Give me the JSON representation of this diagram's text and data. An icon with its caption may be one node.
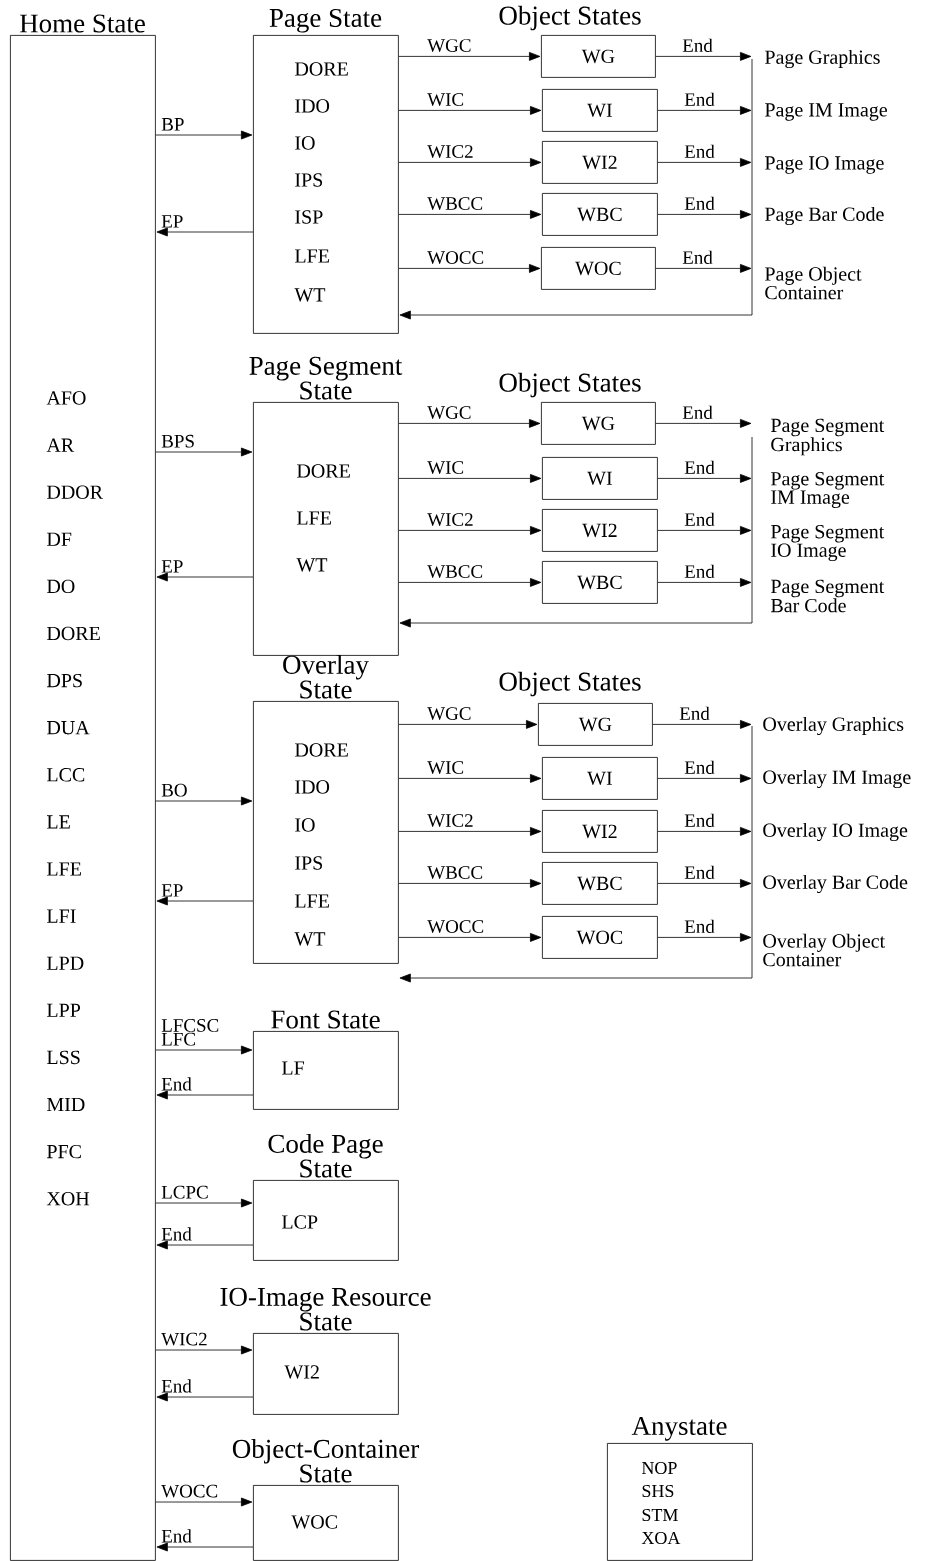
{
  "diagram": {
    "nodes": [
      {
        "text": [
          "Home State",
          "AFO",
          "AR",
          "DDOR",
          "DF",
          "DO",
          "DORE",
          "DPS",
          "DUA",
          "LCC",
          "LE",
          "LFE",
          "LFI",
          "LPD",
          "LPP",
          "LSS",
          "MID",
          "PFC",
          "XOH"
        ]
      },
      {
        "text": [
          "Page State",
          "DORE",
          "IDO",
          "IO",
          "IPS",
          "ISP",
          "LFE",
          "WT"
        ]
      },
      {
        "text": [
          "WG"
        ]
      },
      {
        "text": [
          "WI"
        ]
      },
      {
        "text": [
          "WI2"
        ]
      },
      {
        "text": [
          "WBC"
        ]
      },
      {
        "text": [
          "WOC"
        ]
      },
      {
        "text": [
          "Page Graphics"
        ]
      },
      {
        "text": [
          "Page IM Image"
        ]
      },
      {
        "text": [
          "Page IO Image"
        ]
      },
      {
        "text": [
          "Page Bar Code"
        ]
      },
      {
        "text": [
          "Page Object Container"
        ]
      },
      {
        "text": [
          "Page Segment State",
          "DORE",
          "LFE",
          "WT"
        ]
      },
      {
        "text": [
          "WG"
        ]
      },
      {
        "text": [
          "WI"
        ]
      },
      {
        "text": [
          "WI2"
        ]
      },
      {
        "text": [
          "WBC"
        ]
      },
      {
        "text": [
          "Page Segment Graphics"
        ]
      },
      {
        "text": [
          "Page Segment IM Image"
        ]
      },
      {
        "text": [
          "Page Segment IO Image"
        ]
      },
      {
        "text": [
          "Page Segment Bar Code"
        ]
      },
      {
        "text": [
          "Overlay State",
          "DORE",
          "IDO",
          "IO",
          "IPS",
          "LFE",
          "WT"
        ]
      },
      {
        "text": [
          "WG"
        ]
      },
      {
        "text": [
          "WI"
        ]
      },
      {
        "text": [
          "WI2"
        ]
      },
      {
        "text": [
          "WBC"
        ]
      },
      {
        "text": [
          "WOC"
        ]
      },
      {
        "text": [
          "Overlay Graphics"
        ]
      },
      {
        "text": [
          "Overlay IM Image"
        ]
      },
      {
        "text": [
          "Overlay IO Image"
        ]
      },
      {
        "text": [
          "Overlay Bar Code"
        ]
      },
      {
        "text": [
          "Overlay Object Container"
        ]
      },
      {
        "text": [
          "Font State",
          "LF"
        ]
      },
      {
        "text": [
          "Code Page State",
          "LCP"
        ]
      },
      {
        "text": [
          "IO-Image Resource State",
          "WI2"
        ]
      },
      {
        "text": [
          "Object-Container State",
          "WOC"
        ]
      },
      {
        "text": [
          "Anystate",
          "NOP",
          "SHS",
          "STM",
          "XOA"
        ]
      }
    ],
    "edges": [
      {
        "from": 0,
        "to": 1,
        "label": "BP",
        "arrow": "to"
      },
      {
        "from": 1,
        "to": 0,
        "label": "EP",
        "arrow": "to"
      },
      {
        "from": 1,
        "to": 2,
        "label": "WGC",
        "arrow": "to"
      },
      {
        "from": 1,
        "to": 3,
        "label": "WIC",
        "arrow": "to"
      },
      {
        "from": 1,
        "to": 4,
        "label": "WIC2",
        "arrow": "to"
      },
      {
        "from": 1,
        "to": 5,
        "label": "WBCC",
        "arrow": "to"
      },
      {
        "from": 1,
        "to": 6,
        "label": "WOCC",
        "arrow": "to"
      },
      {
        "from": 2,
        "to": 7,
        "label": "End",
        "arrow": "to"
      },
      {
        "from": 3,
        "to": 8,
        "label": "End",
        "arrow": "to"
      },
      {
        "from": 4,
        "to": 9,
        "label": "End",
        "arrow": "to"
      },
      {
        "from": 5,
        "to": 10,
        "label": "End",
        "arrow": "to"
      },
      {
        "from": 6,
        "to": 11,
        "label": "End",
        "arrow": "to"
      },
      {
        "from": 7,
        "to": 1,
        "arrow": "to"
      },
      {
        "from": 0,
        "to": 12,
        "label": "BPS",
        "arrow": "to"
      },
      {
        "from": 12,
        "to": 0,
        "label": "EP",
        "arrow": "to"
      },
      {
        "from": 12,
        "to": 13,
        "label": "WGC",
        "arrow": "to"
      },
      {
        "from": 12,
        "to": 14,
        "label": "WIC",
        "arrow": "to"
      },
      {
        "from": 12,
        "to": 15,
        "label": "WIC2",
        "arrow": "to"
      },
      {
        "from": 12,
        "to": 16,
        "label": "WBCC",
        "arrow": "to"
      },
      {
        "from": 13,
        "to": 17,
        "label": "End",
        "arrow": "to"
      },
      {
        "from": 14,
        "to": 18,
        "label": "End",
        "arrow": "to"
      },
      {
        "from": 15,
        "to": 19,
        "label": "End",
        "arrow": "to"
      },
      {
        "from": 16,
        "to": 20,
        "label": "End",
        "arrow": "to"
      },
      {
        "from": 17,
        "to": 12,
        "arrow": "to"
      },
      {
        "from": 0,
        "to": 21,
        "label": "BO",
        "arrow": "to"
      },
      {
        "from": 21,
        "to": 0,
        "label": "EP",
        "arrow": "to"
      },
      {
        "from": 21,
        "to": 22,
        "label": "WGC",
        "arrow": "to"
      },
      {
        "from": 21,
        "to": 23,
        "label": "WIC",
        "arrow": "to"
      },
      {
        "from": 21,
        "to": 24,
        "label": "WIC2",
        "arrow": "to"
      },
      {
        "from": 21,
        "to": 25,
        "label": "WBCC",
        "arrow": "to"
      },
      {
        "from": 21,
        "to": 26,
        "label": "WOCC",
        "arrow": "to"
      },
      {
        "from": 22,
        "to": 27,
        "label": "End",
        "arrow": "to"
      },
      {
        "from": 23,
        "to": 28,
        "label": "End",
        "arrow": "to"
      },
      {
        "from": 24,
        "to": 29,
        "label": "End",
        "arrow": "to"
      },
      {
        "from": 25,
        "to": 30,
        "label": "End",
        "arrow": "to"
      },
      {
        "from": 26,
        "to": 31,
        "label": "End",
        "arrow": "to"
      },
      {
        "from": 27,
        "to": 21,
        "arrow": "to"
      },
      {
        "from": 0,
        "to": 32,
        "label": "LFCSC LFC",
        "arrow": "to"
      },
      {
        "from": 32,
        "to": 0,
        "label": "End",
        "arrow": "to"
      },
      {
        "from": 0,
        "to": 33,
        "label": "LCPC",
        "arrow": "to"
      },
      {
        "from": 33,
        "to": 0,
        "label": "End",
        "arrow": "to"
      },
      {
        "from": 0,
        "to": 34,
        "label": "WIC2",
        "arrow": "to"
      },
      {
        "from": 34,
        "to": 0,
        "label": "End",
        "arrow": "to"
      },
      {
        "from": 0,
        "to": 35,
        "label": "WOCC",
        "arrow": "to"
      },
      {
        "from": 35,
        "to": 0,
        "label": "End",
        "arrow": "to"
      }
    ],
    "labels": [
      "Object States",
      "Object States",
      "Object States"
    ]
  }
}
